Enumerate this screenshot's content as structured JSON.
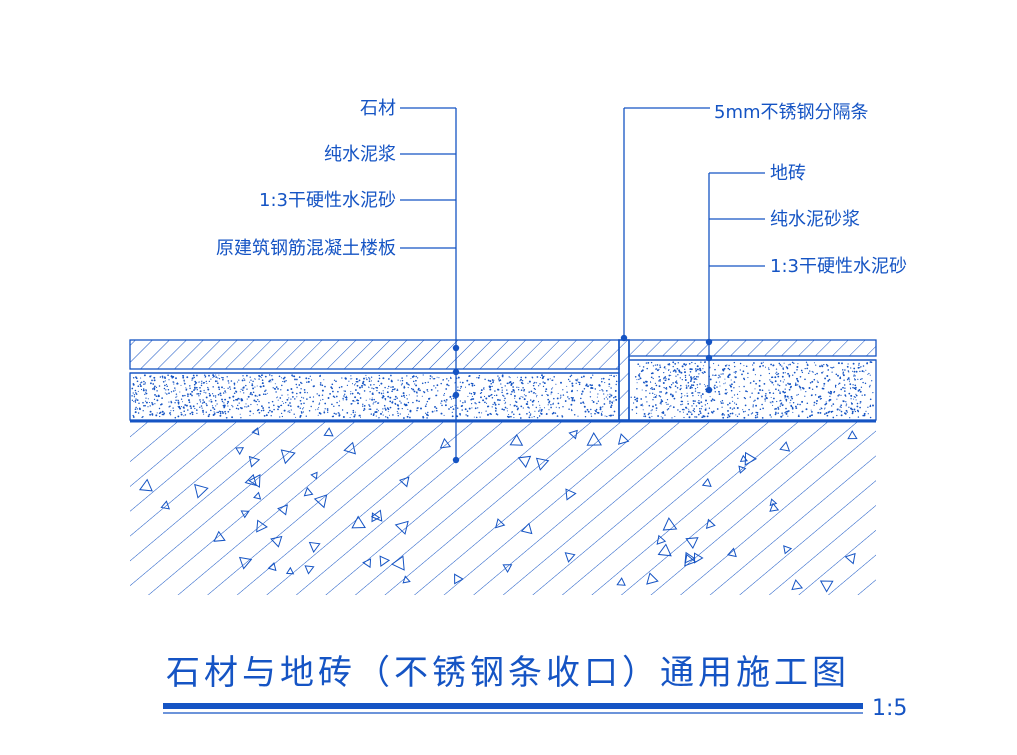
{
  "left_labels": [
    "石材",
    "纯水泥浆",
    "1:3干硬性水泥砂",
    "原建筑钢筋混凝土楼板"
  ],
  "top_right_label": "5mm不锈钢分隔条",
  "right_labels": [
    "地砖",
    "纯水泥砂浆",
    "1:3干硬性水泥砂"
  ],
  "title": "石材与地砖（不锈钢条收口）通用施工图",
  "scale": "1:5",
  "colors": {
    "line": "#1554c4"
  }
}
